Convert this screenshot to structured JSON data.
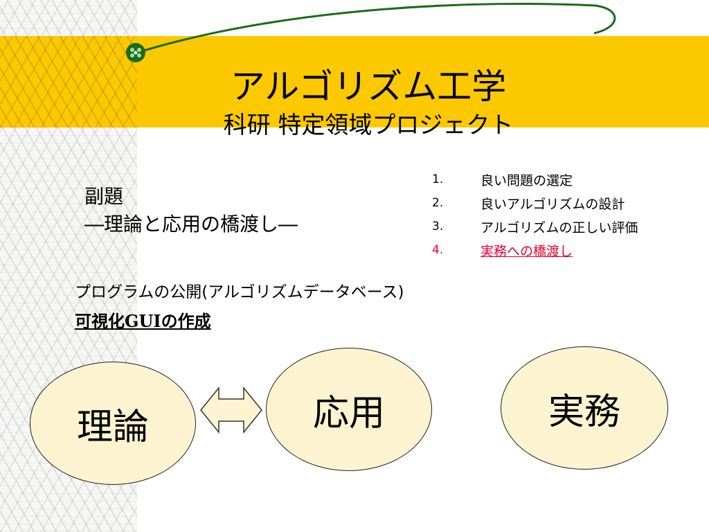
{
  "title": {
    "main": "アルゴリズム工学",
    "sub": "科研 特定領域プロジェクト"
  },
  "subtitle": {
    "line1": "副題",
    "line2": "―理論と応用の橋渡し―"
  },
  "list": [
    {
      "num": "1.",
      "text": "良い問題の選定"
    },
    {
      "num": "2.",
      "text": "良いアルゴリズムの設計"
    },
    {
      "num": "3.",
      "text": "アルゴリズムの正しい評価"
    },
    {
      "num": "4.",
      "text": "実務への橋渡し"
    }
  ],
  "publish": {
    "line1": "プログラムの公開(アルゴリズムデータベース)",
    "line2": "可視化GUIの作成"
  },
  "diagram": {
    "theory": "理論",
    "application": "応用",
    "practice": "実務"
  },
  "colors": {
    "band": "#fcc900",
    "ellipse_fill": "#fcf4d0",
    "highlight": "#e5002b",
    "logo": "#1a6b1a"
  }
}
